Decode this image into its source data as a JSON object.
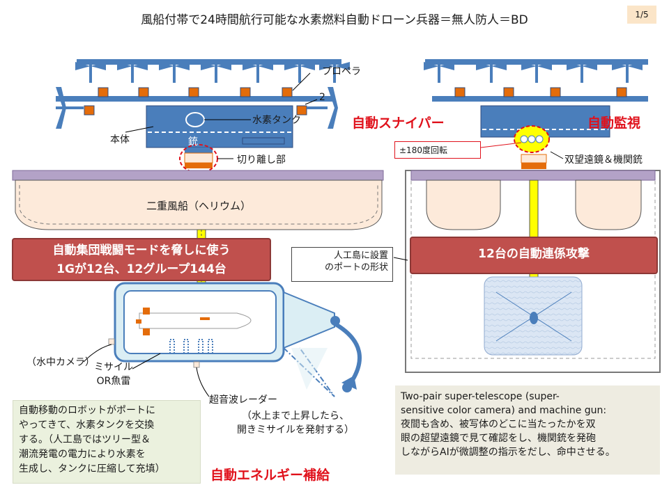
{
  "page": {
    "title": "風船付帯で24時間航行可能な水素燃料自動ドローン兵器＝無人防人＝BD",
    "page_number": "1/5"
  },
  "left_diagram": {
    "propeller_label": "プロペラ",
    "count_label": "2",
    "body_label": "本体",
    "hydrogen_tank_label": "水素タンク",
    "gun_label": "銃",
    "separation_label": "切り離し部",
    "balloon_label": "二重風船（ヘリウム）",
    "combat_banner": [
      "自動集団戦闘モードを脅しに使う",
      "1Gが12台、12グループ144台"
    ],
    "camera_label": "（水中カメラ）",
    "missile_label": [
      "ミサイル",
      "OR魚雷"
    ],
    "sonar_label": "超音波レーダー",
    "launch_note": [
      "（水上まで上昇したら、",
      "開きミサイルを発射する）"
    ],
    "supply_note": [
      "自動移動のロボットがポートに",
      "やってきて、水素タンクを交換",
      "する。（人工島ではツリー型＆",
      "潮流発電の電力により水素を",
      "生成し、タンクに圧縮して充填）"
    ],
    "supply_title": "自動エネルギー補給",
    "sniper_title": "自動スナイパー"
  },
  "right_diagram": {
    "monitor_title": "自動監視",
    "rotation_label": "±180度回転",
    "scope_label": "双望遠鏡＆機関銃",
    "port_callout": [
      "人工島に設置",
      "のポートの形状"
    ],
    "attack_banner": "12台の自動連係攻撃",
    "description": [
      "Two-pair  super-telescope  (super-",
      "sensitive color camera) and machine gun:",
      "夜間も含め、被写体のどこに当たったかを双",
      "眼の超望遠鏡で見て確認をし、機関銃を発砲",
      "しながらAIが微調整の指示をだし、命中させる。"
    ]
  },
  "colors": {
    "drone_blue": "#4a7ebb",
    "motor_orange": "#e46c0a",
    "balloon_fill": "#fdeada",
    "port_purple": "#b3a2c7",
    "banner_red": "#c0504d",
    "accent_red": "#e0111b",
    "hull_blue": "#dbeef4",
    "rail_yellow": "#ffff00"
  }
}
